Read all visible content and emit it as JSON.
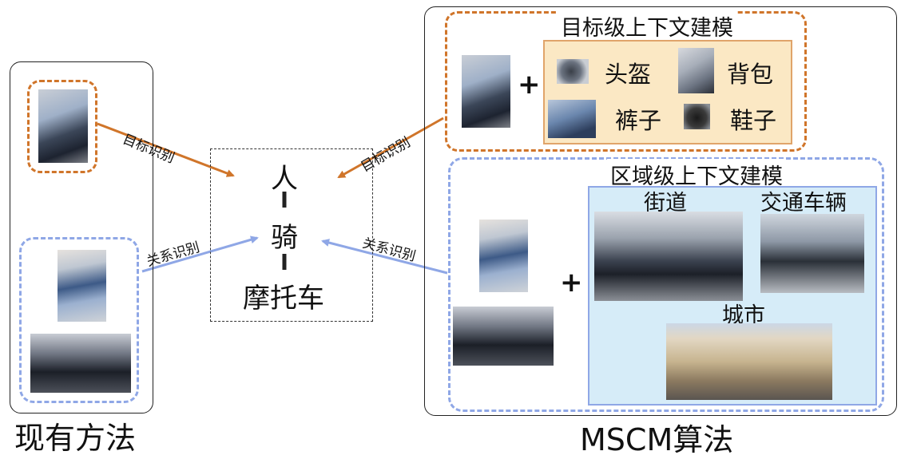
{
  "left": {
    "caption": "现有方法"
  },
  "right": {
    "caption": "MSCM算法",
    "object_title": "目标级上下文建模",
    "region_title": "区域级上下文建模",
    "plus": "+",
    "objects": {
      "helmet": "头盔",
      "backpack": "背包",
      "pants": "裤子",
      "shoes": "鞋子"
    },
    "regions": {
      "street": "街道",
      "traffic": "交通车辆",
      "city": "城市"
    }
  },
  "center": {
    "person": "人",
    "relation": "骑",
    "motorcycle": "摩托车"
  },
  "arrows": {
    "object_recognition_left": "目标识别",
    "relation_recognition_left": "关系识别",
    "object_recognition_right": "目标识别",
    "relation_recognition_right": "关系识别"
  },
  "colors": {
    "orange": "#d0752a",
    "blue": "#8fa7e6",
    "object_panel_bg": "#fbe8c4",
    "region_panel_bg": "#d6ecf8"
  },
  "icons": [
    "plus-sign"
  ]
}
